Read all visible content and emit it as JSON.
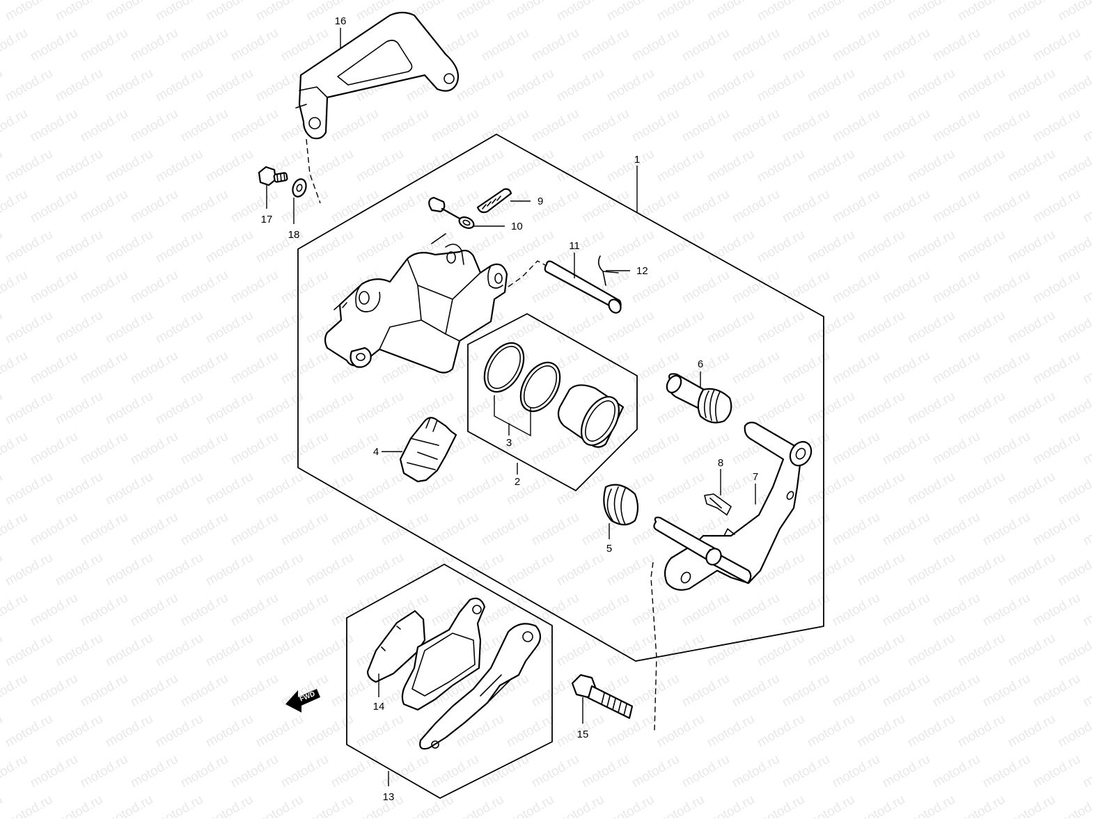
{
  "watermark": "motod.ru",
  "fwd_label": "FWD",
  "callouts": [
    {
      "id": "1",
      "label": "1"
    },
    {
      "id": "2",
      "label": "2"
    },
    {
      "id": "3",
      "label": "3"
    },
    {
      "id": "4",
      "label": "4"
    },
    {
      "id": "5",
      "label": "5"
    },
    {
      "id": "6",
      "label": "6"
    },
    {
      "id": "7",
      "label": "7"
    },
    {
      "id": "8",
      "label": "8"
    },
    {
      "id": "9",
      "label": "9"
    },
    {
      "id": "10",
      "label": "10"
    },
    {
      "id": "11",
      "label": "11"
    },
    {
      "id": "12",
      "label": "12"
    },
    {
      "id": "13",
      "label": "13"
    },
    {
      "id": "14",
      "label": "14"
    },
    {
      "id": "15",
      "label": "15"
    },
    {
      "id": "16",
      "label": "16"
    },
    {
      "id": "17",
      "label": "17"
    },
    {
      "id": "18",
      "label": "18"
    }
  ]
}
